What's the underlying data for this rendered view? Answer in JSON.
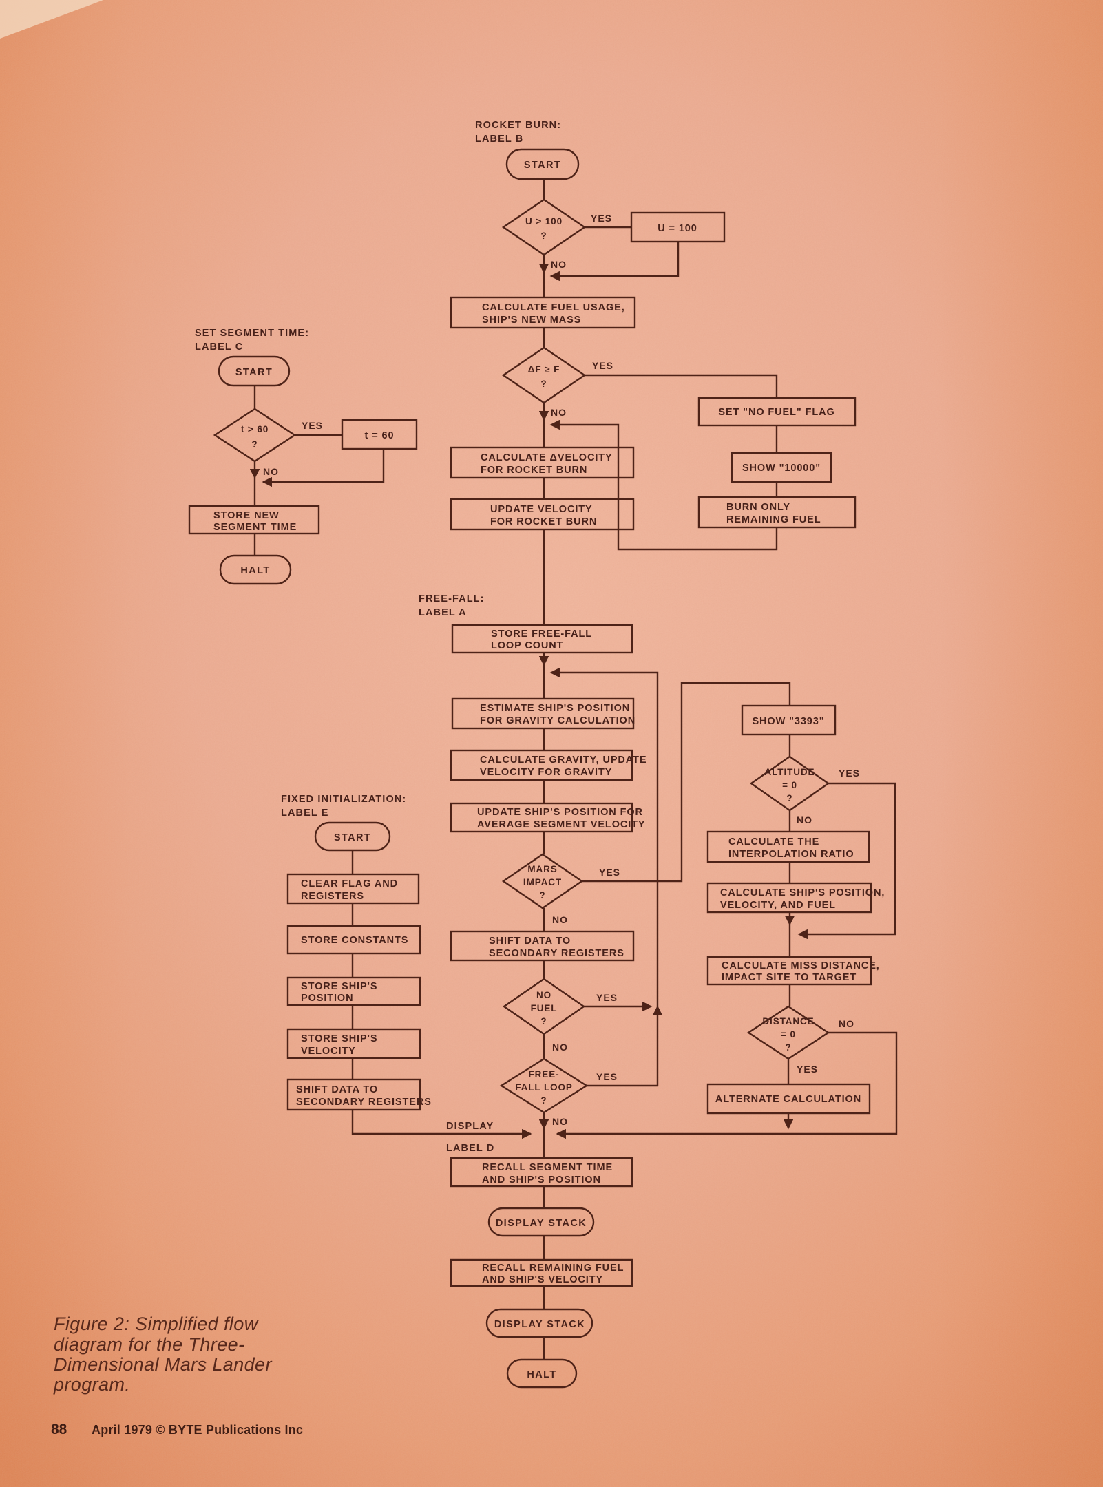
{
  "page": {
    "caption_lines": [
      "Figure 2: Simplified flow",
      "diagram for the Three-",
      "Dimensional Mars Lander",
      "program."
    ],
    "page_number": "88",
    "footer": "April 1979 © BYTE Publications Inc",
    "colors": {
      "paper": "#ecab91",
      "paper_edge": "#dd8355",
      "ink": "#4e2318"
    }
  },
  "labels": {
    "yes": "YES",
    "no": "NO"
  },
  "sections": {
    "rocket_burn": {
      "lines": [
        "ROCKET BURN:",
        "LABEL B"
      ]
    },
    "set_segment_time": {
      "lines": [
        "SET SEGMENT TIME:",
        "LABEL C"
      ]
    },
    "free_fall": {
      "lines": [
        "FREE-FALL:",
        "LABEL A"
      ]
    },
    "fixed_initialization": {
      "lines": [
        "FIXED INITIALIZATION:",
        "LABEL E"
      ]
    },
    "display": {
      "lines": [
        "DISPLAY",
        "LABEL D"
      ]
    }
  },
  "nodes": {
    "start_b": [
      "START"
    ],
    "u_gt_100": [
      "U > 100",
      "?"
    ],
    "u_eq_100": [
      "U = 100"
    ],
    "calc_fuel": [
      "CALCULATE FUEL USAGE,",
      "SHIP'S NEW MASS"
    ],
    "df_ge_f": [
      "ΔF ≥ F",
      "?"
    ],
    "set_no_fuel_flag": [
      "SET \"NO FUEL\" FLAG"
    ],
    "show_10000": [
      "SHOW \"10000\""
    ],
    "burn_only": [
      "BURN ONLY",
      "REMAINING FUEL"
    ],
    "calc_dvel": [
      "CALCULATE ΔVELOCITY",
      "FOR ROCKET BURN"
    ],
    "update_vel": [
      "UPDATE VELOCITY",
      "FOR ROCKET BURN"
    ],
    "start_c": [
      "START"
    ],
    "t_gt_60": [
      "t > 60",
      "?"
    ],
    "t_eq_60": [
      "t = 60"
    ],
    "store_new_seg": [
      "STORE NEW",
      "SEGMENT TIME"
    ],
    "halt_c": [
      "HALT"
    ],
    "store_ff_count": [
      "STORE FREE-FALL",
      "LOOP COUNT"
    ],
    "estimate_pos": [
      "ESTIMATE SHIP'S POSITION",
      "FOR GRAVITY CALCULATION"
    ],
    "calc_gravity": [
      "CALCULATE GRAVITY, UPDATE",
      "VELOCITY FOR GRAVITY"
    ],
    "update_pos": [
      "UPDATE SHIP'S POSITION FOR",
      "AVERAGE SEGMENT VELOCITY"
    ],
    "mars_impact": [
      "MARS",
      "IMPACT",
      "?"
    ],
    "shift_data_main": [
      "SHIFT DATA TO",
      "SECONDARY REGISTERS"
    ],
    "no_fuel_q": [
      "NO",
      "FUEL",
      "?"
    ],
    "ff_loop_q": [
      "FREE-",
      "FALL LOOP",
      "?"
    ],
    "start_e": [
      "START"
    ],
    "clear_flag": [
      "CLEAR FLAG AND",
      "REGISTERS"
    ],
    "store_constants": [
      "STORE CONSTANTS"
    ],
    "store_pos": [
      "STORE SHIP'S",
      "POSITION"
    ],
    "store_vel": [
      "STORE SHIP'S",
      "VELOCITY"
    ],
    "shift_data_init": [
      "SHIFT DATA TO",
      "SECONDARY REGISTERS"
    ],
    "show_3393": [
      "SHOW \"3393\""
    ],
    "altitude_q": [
      "ALTITUDE",
      "= 0",
      "?"
    ],
    "calc_interp": [
      "CALCULATE THE",
      "INTERPOLATION RATIO"
    ],
    "calc_ship_pvf": [
      "CALCULATE SHIP'S POSITION,",
      "VELOCITY, AND FUEL"
    ],
    "calc_miss": [
      "CALCULATE MISS DISTANCE,",
      "IMPACT SITE TO TARGET"
    ],
    "distance_q": [
      "DISTANCE",
      "= 0",
      "?"
    ],
    "alt_calc": [
      "ALTERNATE CALCULATION"
    ],
    "recall_seg": [
      "RECALL SEGMENT TIME",
      "AND SHIP'S POSITION"
    ],
    "display_stack_1": [
      "DISPLAY STACK"
    ],
    "recall_fuel": [
      "RECALL REMAINING FUEL",
      "AND SHIP'S VELOCITY"
    ],
    "display_stack_2": [
      "DISPLAY STACK"
    ],
    "halt_main": [
      "HALT"
    ]
  }
}
